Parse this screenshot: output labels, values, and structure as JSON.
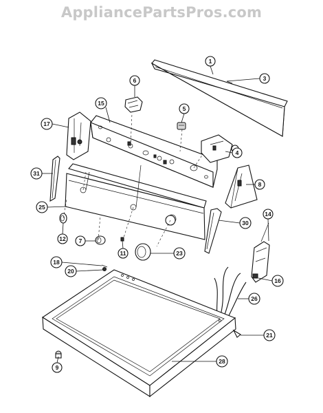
{
  "watermark": "AppliancePartsPros.com",
  "callouts": [
    {
      "label": "1"
    },
    {
      "label": "3"
    },
    {
      "label": "6"
    },
    {
      "label": "15"
    },
    {
      "label": "5"
    },
    {
      "label": "17"
    },
    {
      "label": "4"
    },
    {
      "label": "31"
    },
    {
      "label": "8"
    },
    {
      "label": "25"
    },
    {
      "label": "14"
    },
    {
      "label": "30"
    },
    {
      "label": "12"
    },
    {
      "label": "7"
    },
    {
      "label": "11"
    },
    {
      "label": "23"
    },
    {
      "label": "16"
    },
    {
      "label": "18"
    },
    {
      "label": "20"
    },
    {
      "label": "26"
    },
    {
      "label": "21"
    },
    {
      "label": "9"
    },
    {
      "label": "28"
    }
  ]
}
